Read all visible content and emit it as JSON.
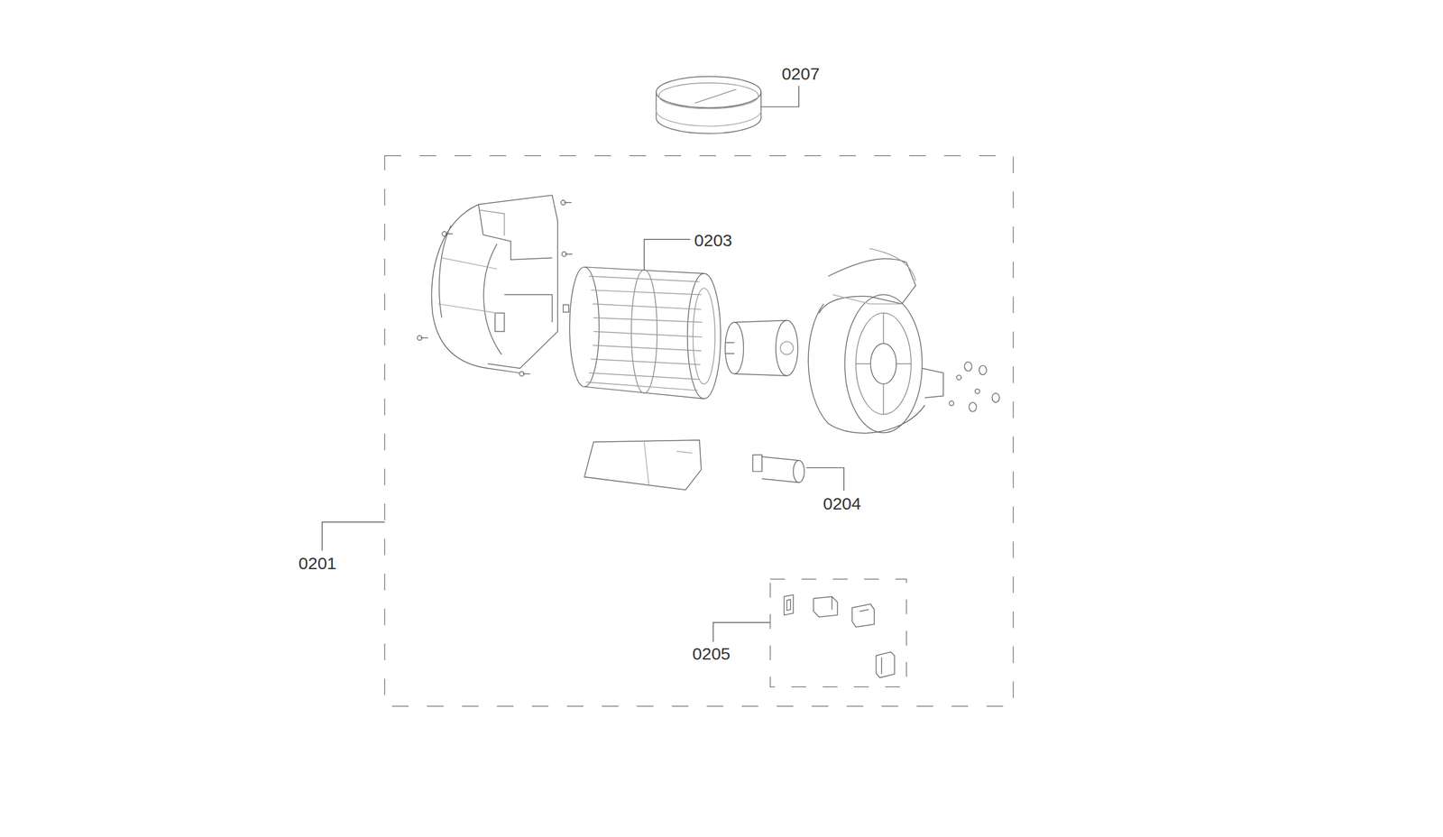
{
  "diagram": {
    "labels": [
      "0207",
      "0203",
      "0204",
      "0201",
      "0205"
    ]
  }
}
